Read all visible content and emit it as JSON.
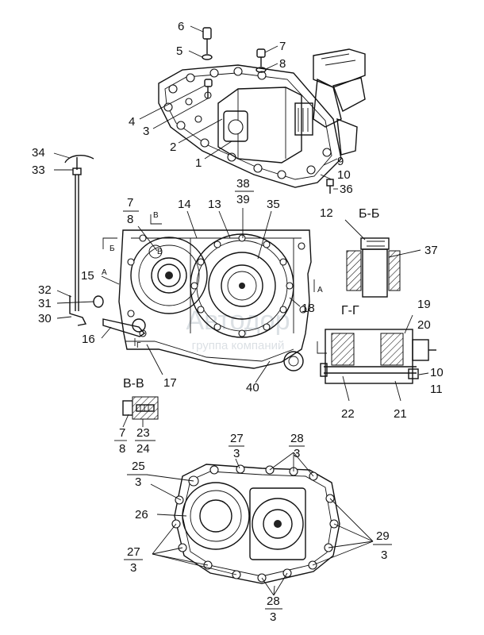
{
  "watermark": {
    "line1": "Автодор",
    "line2": "группа компаний"
  },
  "labels": [
    {
      "id": "l6",
      "text": "6"
    },
    {
      "id": "l5",
      "text": "5"
    },
    {
      "id": "l7a",
      "text": "7"
    },
    {
      "id": "l8a",
      "text": "8"
    },
    {
      "id": "l4",
      "text": "4"
    },
    {
      "id": "l3",
      "text": "3"
    },
    {
      "id": "l2",
      "text": "2"
    },
    {
      "id": "l1",
      "text": "1"
    },
    {
      "id": "l9",
      "text": "9"
    },
    {
      "id": "l10a",
      "text": "10"
    },
    {
      "id": "l36",
      "text": "36"
    },
    {
      "id": "l34",
      "text": "34"
    },
    {
      "id": "l33",
      "text": "33"
    },
    {
      "id": "l7b",
      "text": "7"
    },
    {
      "id": "l8b",
      "text": "8"
    },
    {
      "id": "l14",
      "text": "14"
    },
    {
      "id": "l13",
      "text": "13"
    },
    {
      "id": "l38",
      "text": "38"
    },
    {
      "id": "l39",
      "text": "39"
    },
    {
      "id": "l35",
      "text": "35"
    },
    {
      "id": "l12",
      "text": "12"
    },
    {
      "id": "l37",
      "text": "37"
    },
    {
      "id": "l15",
      "text": "15"
    },
    {
      "id": "l32",
      "text": "32"
    },
    {
      "id": "l31",
      "text": "31"
    },
    {
      "id": "l30",
      "text": "30"
    },
    {
      "id": "l16",
      "text": "16"
    },
    {
      "id": "l17",
      "text": "17"
    },
    {
      "id": "l18",
      "text": "18"
    },
    {
      "id": "l40",
      "text": "40"
    },
    {
      "id": "l19",
      "text": "19"
    },
    {
      "id": "l20",
      "text": "20"
    },
    {
      "id": "l10b",
      "text": "10"
    },
    {
      "id": "l11",
      "text": "11"
    },
    {
      "id": "l22",
      "text": "22"
    },
    {
      "id": "l21",
      "text": "21"
    },
    {
      "id": "l7c",
      "text": "7"
    },
    {
      "id": "l8c",
      "text": "8"
    },
    {
      "id": "l23",
      "text": "23"
    },
    {
      "id": "l24",
      "text": "24"
    },
    {
      "id": "l27a",
      "text": "27"
    },
    {
      "id": "l3a",
      "text": "3"
    },
    {
      "id": "l28a",
      "text": "28"
    },
    {
      "id": "l3b",
      "text": "3"
    },
    {
      "id": "l25",
      "text": "25"
    },
    {
      "id": "l3c",
      "text": "3"
    },
    {
      "id": "l26",
      "text": "26"
    },
    {
      "id": "l27b",
      "text": "27"
    },
    {
      "id": "l3d",
      "text": "3"
    },
    {
      "id": "l29",
      "text": "29"
    },
    {
      "id": "l3e",
      "text": "3"
    },
    {
      "id": "l28b",
      "text": "28"
    },
    {
      "id": "l3f",
      "text": "3"
    }
  ],
  "sections": {
    "bb": "Б-Б",
    "gg": "Г-Г",
    "vv": "В-В",
    "mark_b": "Б",
    "mark_v": "В",
    "mark_a": "А",
    "mark_g": "Г"
  }
}
